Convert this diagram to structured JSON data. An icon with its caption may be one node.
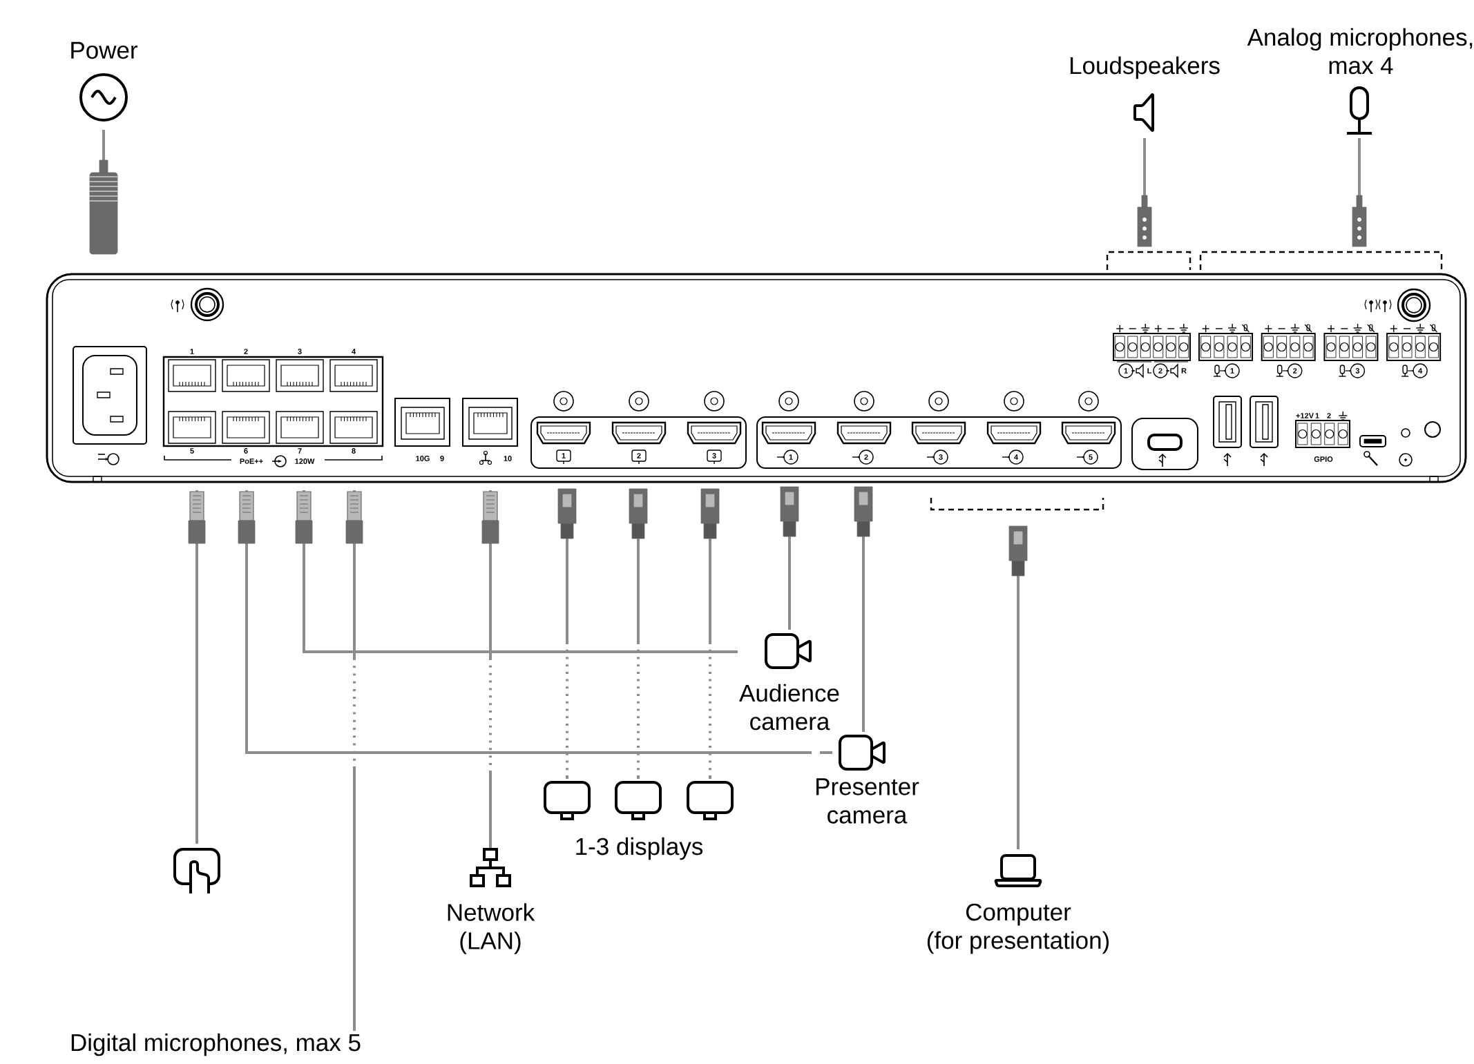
{
  "diagram": {
    "nodes": [
      {
        "text": [],
        "shape": "box"
      },
      {
        "text": [
          "Power"
        ]
      },
      {
        "text": [
          "Loudspeakers"
        ]
      },
      {
        "text": [
          "Analog microphones, max 4"
        ]
      },
      {
        "text": [
          "Audience camera"
        ]
      },
      {
        "text": [
          "Presenter camera"
        ]
      },
      {
        "text": [],
        "shape": "monitor"
      },
      {
        "text": [],
        "shape": "monitor"
      },
      {
        "text": [],
        "shape": "monitor"
      },
      {
        "text": [],
        "shape": "tablet"
      },
      {
        "text": [
          "Network (LAN)"
        ]
      },
      {
        "text": [
          "Computer (for presentation)"
        ]
      },
      {
        "text": [
          "Digital microphones, max 5"
        ]
      }
    ],
    "edges": [
      {
        "from": 1,
        "to": 0,
        "arrow": "none"
      },
      {
        "from": 2,
        "to": 0,
        "arrow": "none"
      },
      {
        "from": 3,
        "to": 0,
        "arrow": "none"
      },
      {
        "from": 0,
        "to": 9,
        "arrow": "none"
      },
      {
        "from": 0,
        "to": 5,
        "arrow": "none"
      },
      {
        "from": 0,
        "to": 4,
        "arrow": "none"
      },
      {
        "from": 0,
        "to": 12,
        "arrow": "none"
      },
      {
        "from": 0,
        "to": 10,
        "arrow": "none"
      },
      {
        "from": 0,
        "to": 6,
        "arrow": "none"
      },
      {
        "from": 0,
        "to": 7,
        "arrow": "none"
      },
      {
        "from": 0,
        "to": 8,
        "arrow": "none"
      },
      {
        "from": 0,
        "to": 4,
        "arrow": "none"
      },
      {
        "from": 0,
        "to": 5,
        "arrow": "none"
      },
      {
        "from": 0,
        "to": 11,
        "arrow": "none"
      }
    ],
    "labels": [
      "1",
      "2",
      "3",
      "4",
      "5",
      "6",
      "7",
      "8",
      "PoE++",
      "120W",
      "10G",
      "9",
      "10",
      "1",
      "2",
      "3",
      "1",
      "2",
      "3",
      "4",
      "5",
      "1",
      "L",
      "2",
      "R",
      "1",
      "2",
      "3",
      "4",
      "+12V",
      "1",
      "2",
      "GPIO",
      "1-3 displays"
    ]
  }
}
